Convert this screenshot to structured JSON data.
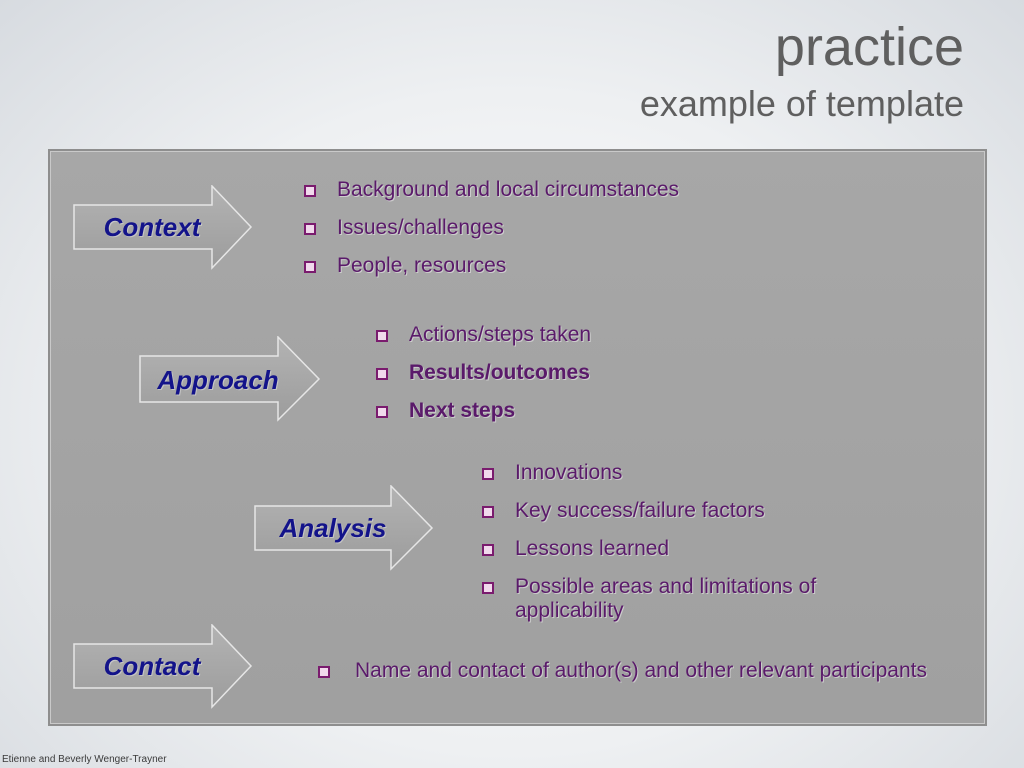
{
  "slide": {
    "title_partial": "g",
    "title": "practice",
    "subtitle": "example of template",
    "footer": "Etienne and Beverly Wenger-Trayner"
  },
  "sections": [
    {
      "label": "Context",
      "items": [
        {
          "text": "Background and local circumstances",
          "bold": false
        },
        {
          "text": "Issues/challenges",
          "bold": false
        },
        {
          "text": "People, resources",
          "bold": false
        }
      ]
    },
    {
      "label": "Approach",
      "items": [
        {
          "text": "Actions/steps taken",
          "bold": false
        },
        {
          "text": "Results/outcomes",
          "bold": true
        },
        {
          "text": "Next steps",
          "bold": true
        }
      ]
    },
    {
      "label": "Analysis",
      "items": [
        {
          "text": "Innovations",
          "bold": false
        },
        {
          "text": "Key success/failure factors",
          "bold": false
        },
        {
          "text": "Lessons learned",
          "bold": false
        },
        {
          "text": "Possible areas and limitations of applicability",
          "bold": false
        }
      ]
    },
    {
      "label": "Contact",
      "items": [
        {
          "text": "Name and contact of author(s) and other relevant participants",
          "bold": false
        }
      ]
    }
  ],
  "colors": {
    "label_text": "#13138a",
    "bullet_text": "#5a1a6a",
    "bullet_border": "#7a1b6e",
    "panel": "#a4a4a4",
    "arrow_fill": "#a9a9a9"
  },
  "icons": {
    "arrow": "right-block-arrow",
    "bullet": "hollow-square-bullet"
  }
}
